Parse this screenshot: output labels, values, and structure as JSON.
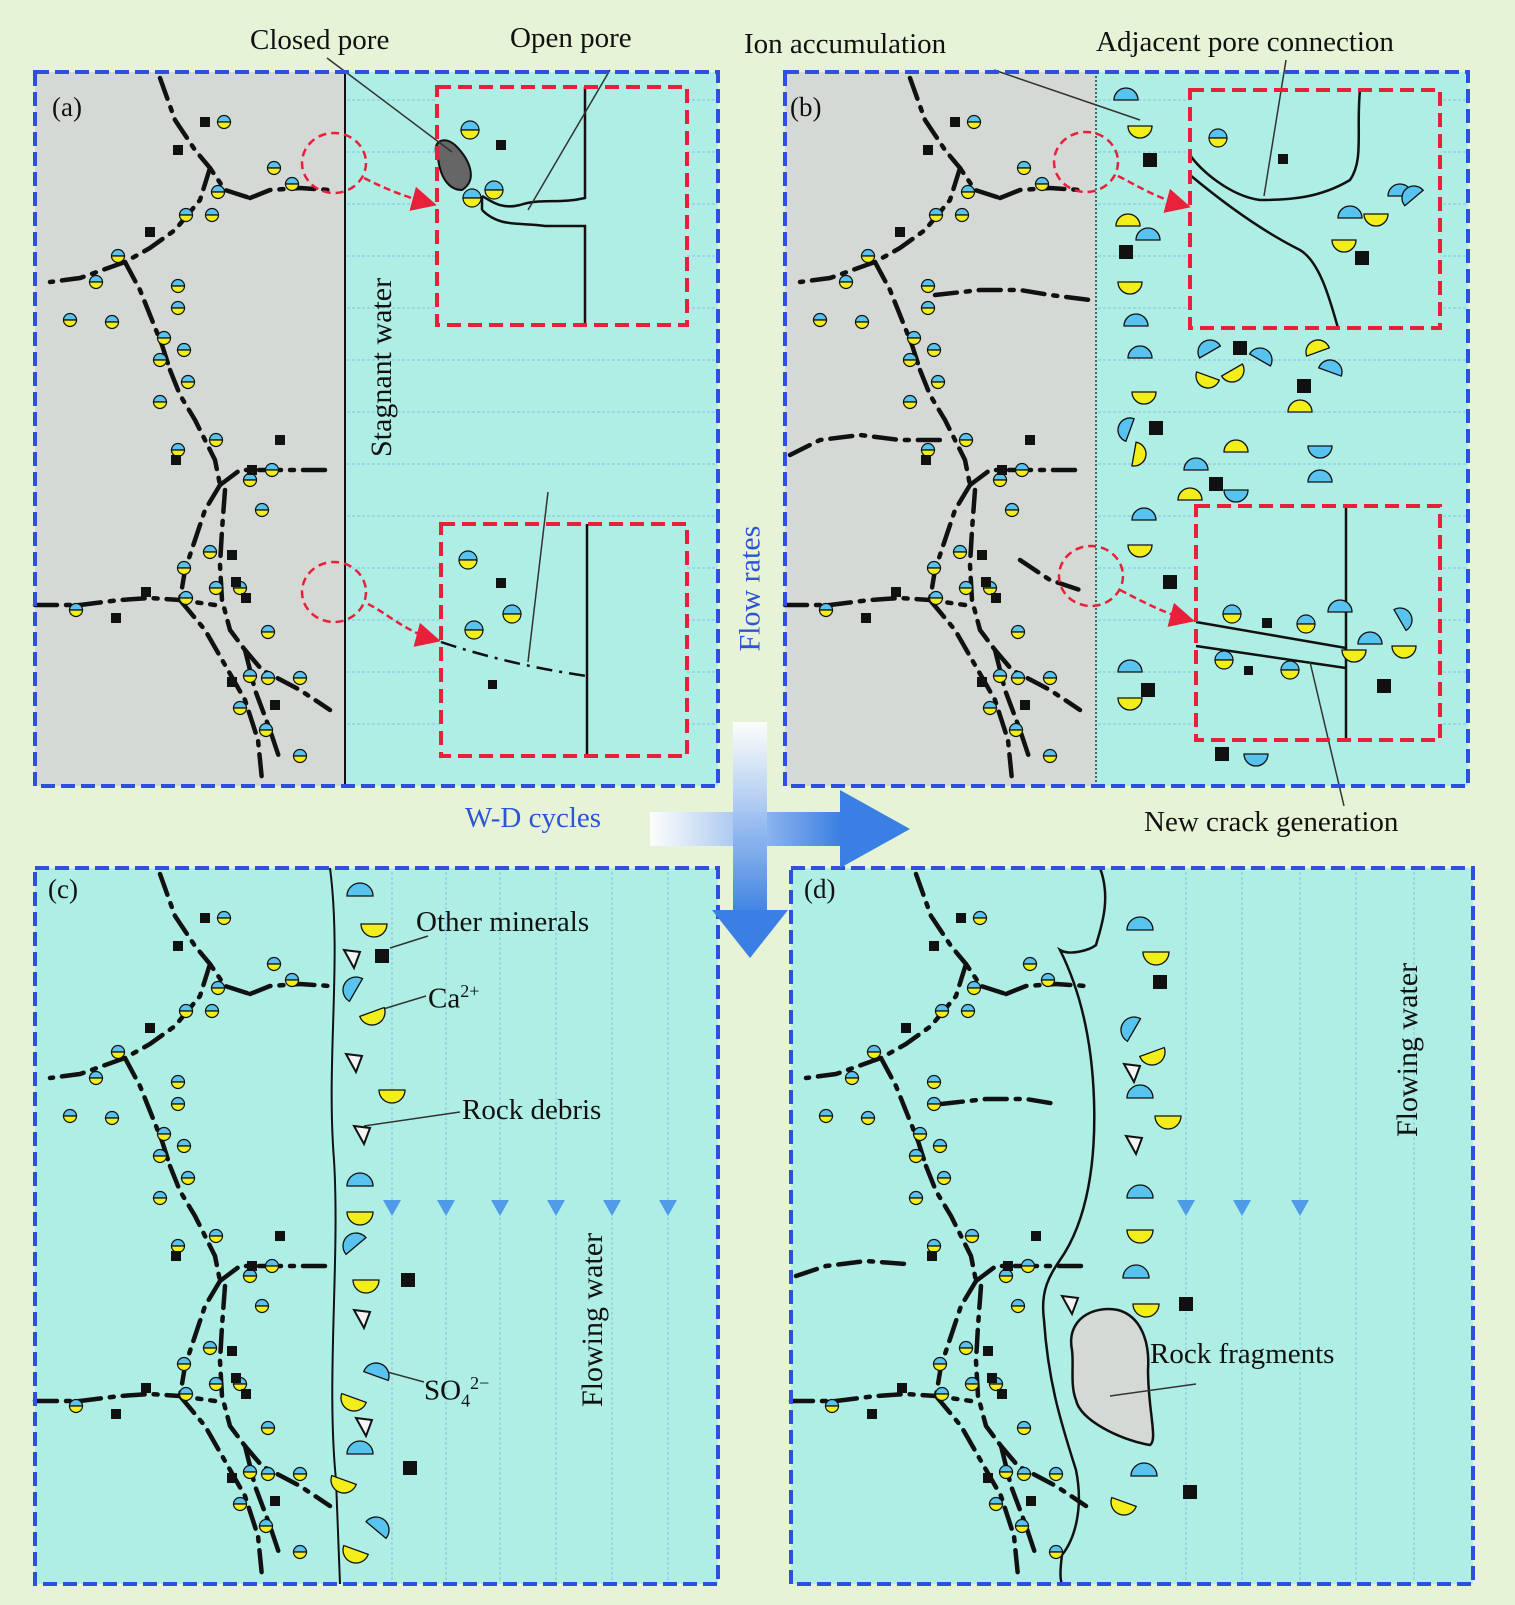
{
  "panels": {
    "a": {
      "letter": "(a)"
    },
    "b": {
      "letter": "(b)"
    },
    "c": {
      "letter": "(c)"
    },
    "d": {
      "letter": "(d)"
    }
  },
  "labels": {
    "closed_pore": "Closed pore",
    "open_pore": "Open pore",
    "ion_accumulation": "Ion accumulation",
    "adjacent_pore_connection": "Adjacent pore connection",
    "stagnant_water": "Stagnant water",
    "flow_rates": "Flow rates",
    "wd_cycles": "W-D cycles",
    "new_crack_generation": "New crack generation",
    "other_minerals": "Other minerals",
    "ca_base": "Ca",
    "ca_sup": "2+",
    "rock_debris": "Rock debris",
    "so4_base": "SO",
    "so4_sub": "4",
    "so4_sup": "2−",
    "flowing_water": "Flowing water",
    "rock_fragments": "Rock fragments"
  },
  "colors": {
    "background": "#e6f3d6",
    "rock": "#d4d9d6",
    "water": "#aeeee4",
    "panel_border": "#2f4fe0",
    "zoom_border": "#e8203a",
    "ion_yellow": "#f2ee1a",
    "ion_blue": "#58c3ee",
    "arrow_blue": "#4f8fe6",
    "label_blue": "#2b55d6"
  }
}
